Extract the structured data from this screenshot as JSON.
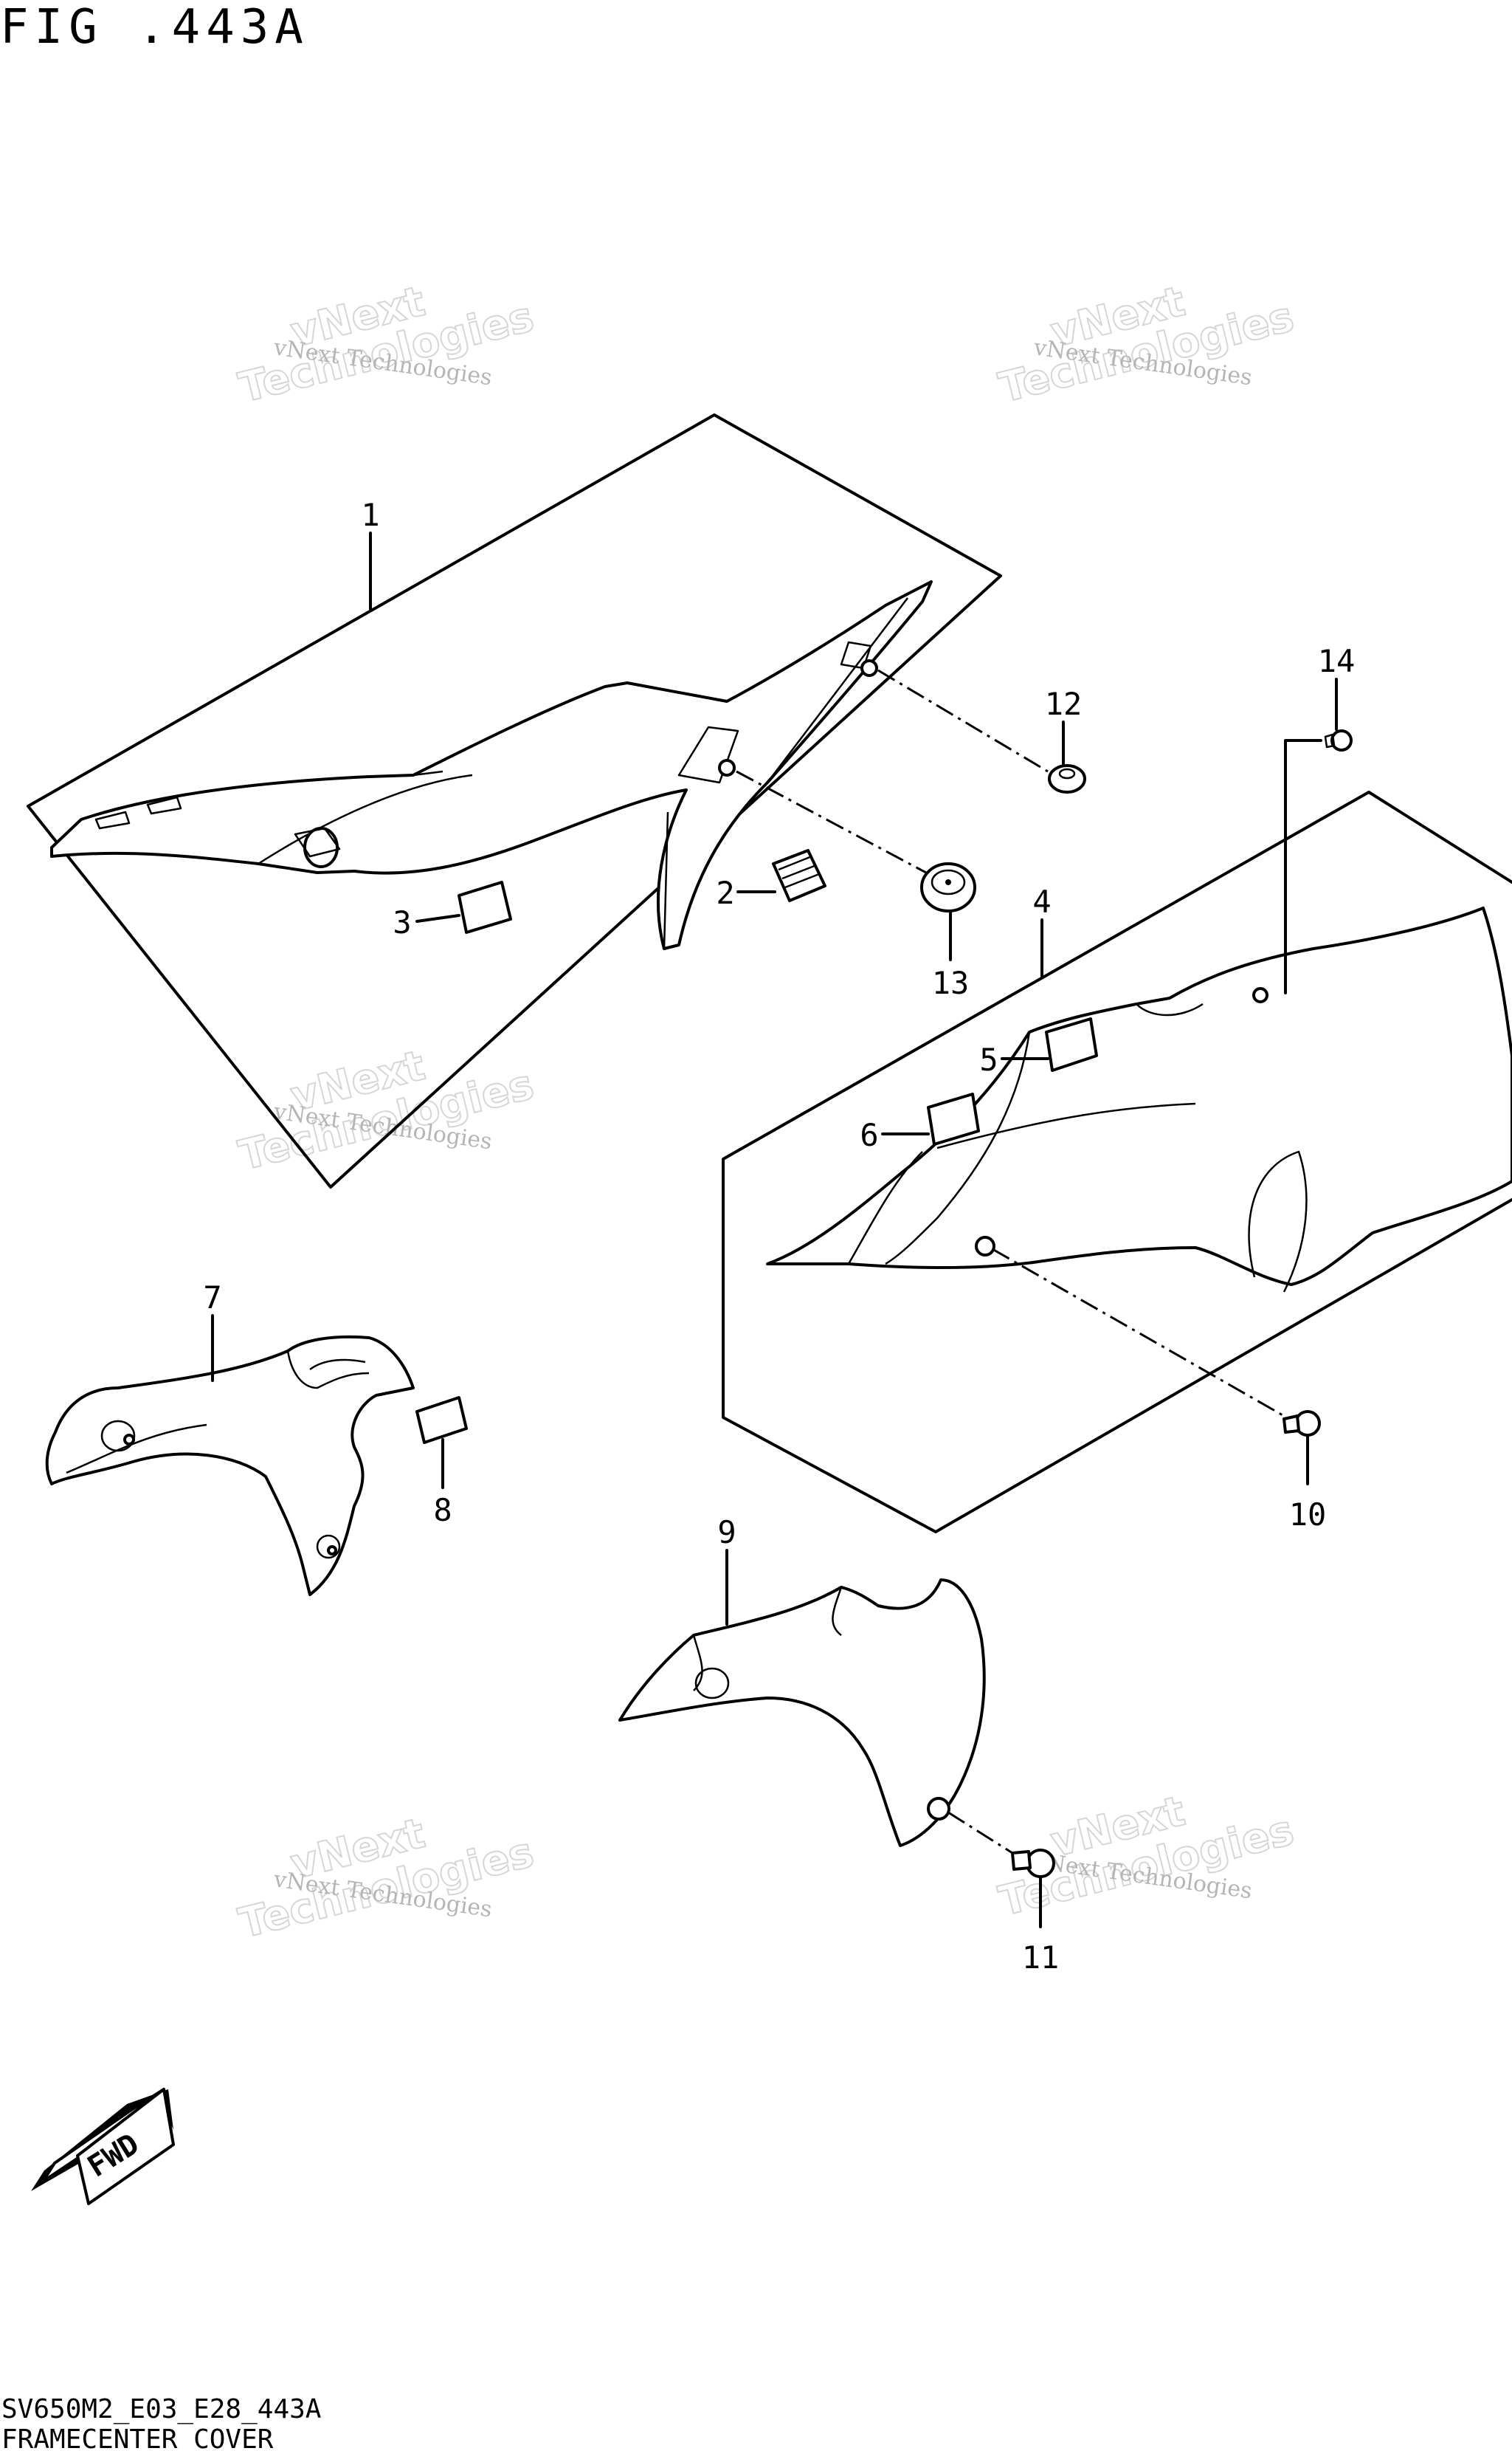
{
  "figure": {
    "title": "FIG .443A",
    "model_code": "SV650M2_E03_E28_443A",
    "caption": "FRAMECENTER COVER"
  },
  "watermark": {
    "small": "vNext Technologies",
    "big_line1": "vNext",
    "big_line2": "Technologies"
  },
  "callouts": [
    "1",
    "2",
    "3",
    "4",
    "5",
    "6",
    "7",
    "8",
    "9",
    "10",
    "11",
    "12",
    "13",
    "14"
  ],
  "direction_badge": "FWD"
}
